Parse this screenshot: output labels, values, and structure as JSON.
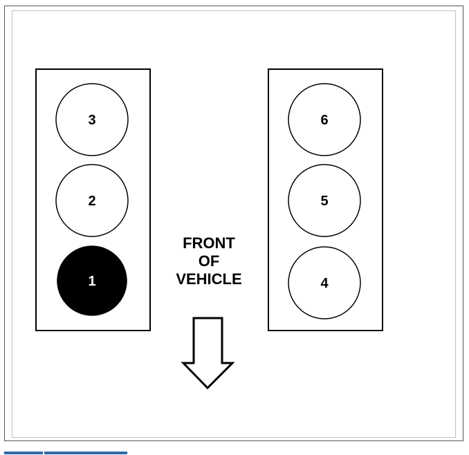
{
  "diagram": {
    "left_bank": {
      "cylinders": [
        {
          "number": "3",
          "highlighted": false
        },
        {
          "number": "2",
          "highlighted": false
        },
        {
          "number": "1",
          "highlighted": true
        }
      ]
    },
    "right_bank": {
      "cylinders": [
        {
          "number": "6",
          "highlighted": false
        },
        {
          "number": "5",
          "highlighted": false
        },
        {
          "number": "4",
          "highlighted": false
        }
      ]
    },
    "front_label": {
      "line1": "FRONT",
      "line2": "OF",
      "line3": "VEHICLE"
    },
    "arrow": {
      "direction": "down",
      "icon": "arrow-down-icon"
    }
  },
  "colors": {
    "stroke": "#000000",
    "highlight_fill": "#000000",
    "highlight_text": "#ffffff",
    "tab_accent": "#2f6aa8"
  }
}
